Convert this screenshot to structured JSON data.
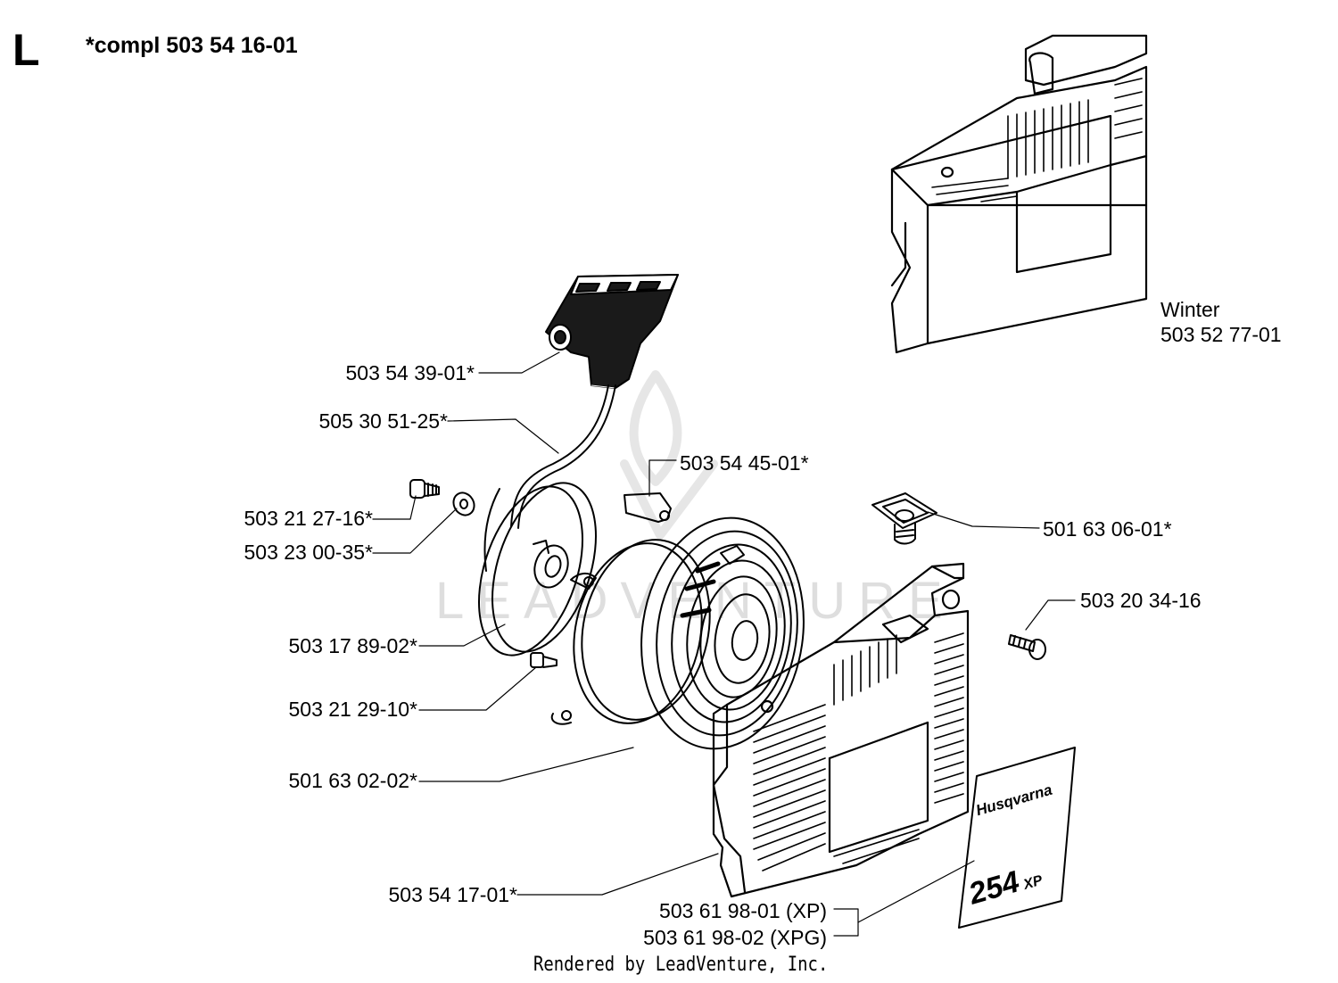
{
  "header": {
    "section_letter": "L",
    "assembly": "*compl 503 54 16-01"
  },
  "callouts": {
    "winter_title": "Winter",
    "winter_part": "503 52 77-01",
    "handle": "503 54 39-01*",
    "rope": "505 30 51-25*",
    "screw_pulley": "503 21 27-16*",
    "washer": "503 23 00-35*",
    "pulley": "503 17 89-02*",
    "screw_plate": "503 21 29-10*",
    "spring": "501 63 02-02*",
    "cover": "503 54 17-01*",
    "spring_plate": "503 54 45-01*",
    "rope_guide": "501 63 06-01*",
    "cover_screw": "503 20 34-16",
    "decal_xp": "503 61 98-01 (XP)",
    "decal_xpg": "503 61 98-02 (XPG)"
  },
  "decal": {
    "brand": "Husqvarna",
    "model": "254",
    "suffix": "XP"
  },
  "watermark": "LEADVENTURE",
  "footer": "Rendered by LeadVenture, Inc."
}
